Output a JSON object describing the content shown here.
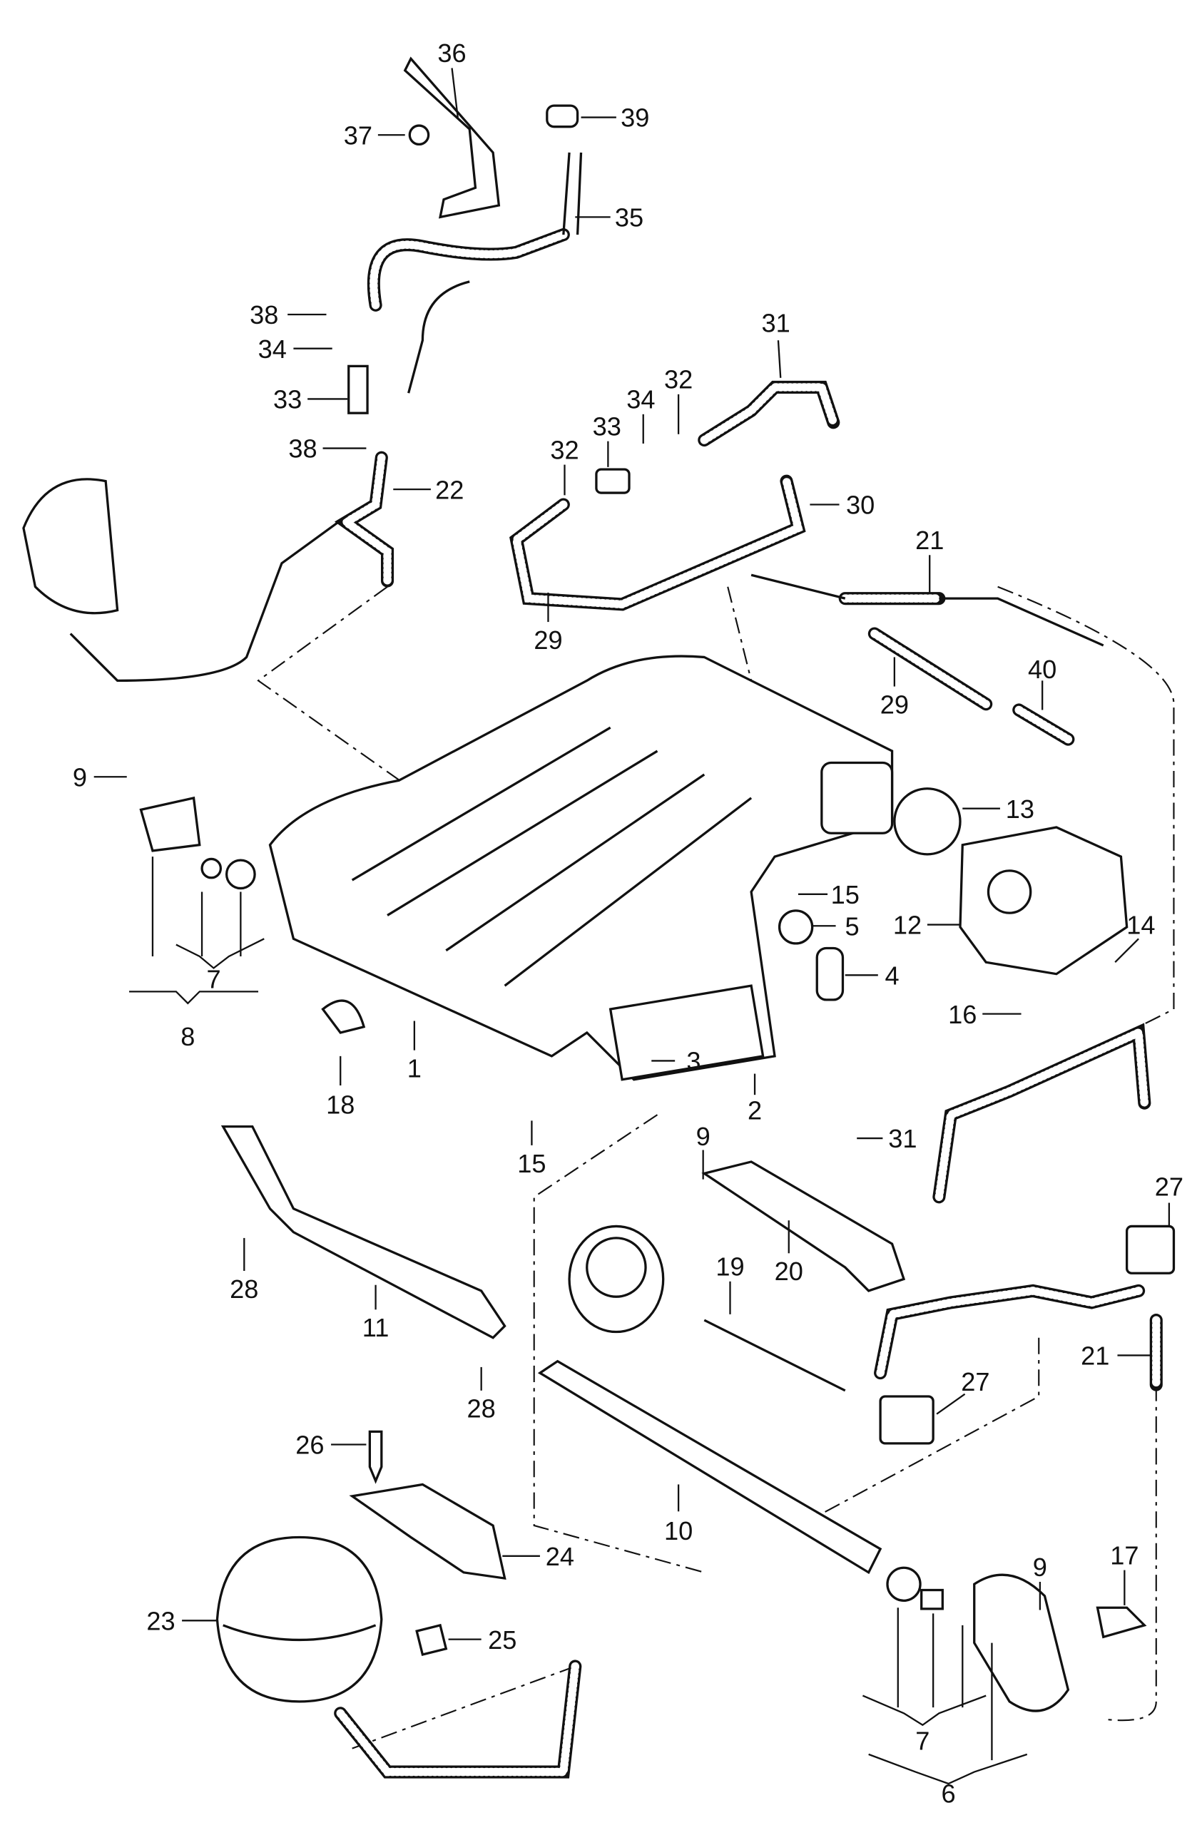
{
  "diagram": {
    "title": "Intake manifold exploded parts diagram",
    "callouts": [
      "36",
      "37",
      "39",
      "35",
      "38",
      "34",
      "33",
      "38",
      "22",
      "31",
      "32",
      "34",
      "33",
      "32",
      "30",
      "21",
      "29",
      "29",
      "40",
      "13",
      "9",
      "15",
      "5",
      "4",
      "12",
      "14",
      "16",
      "7",
      "8",
      "1",
      "3",
      "2",
      "18",
      "15",
      "9",
      "31",
      "27",
      "28",
      "20",
      "11",
      "19",
      "21",
      "27",
      "28",
      "26",
      "10",
      "24",
      "17",
      "9",
      "23",
      "25",
      "7",
      "6"
    ]
  }
}
